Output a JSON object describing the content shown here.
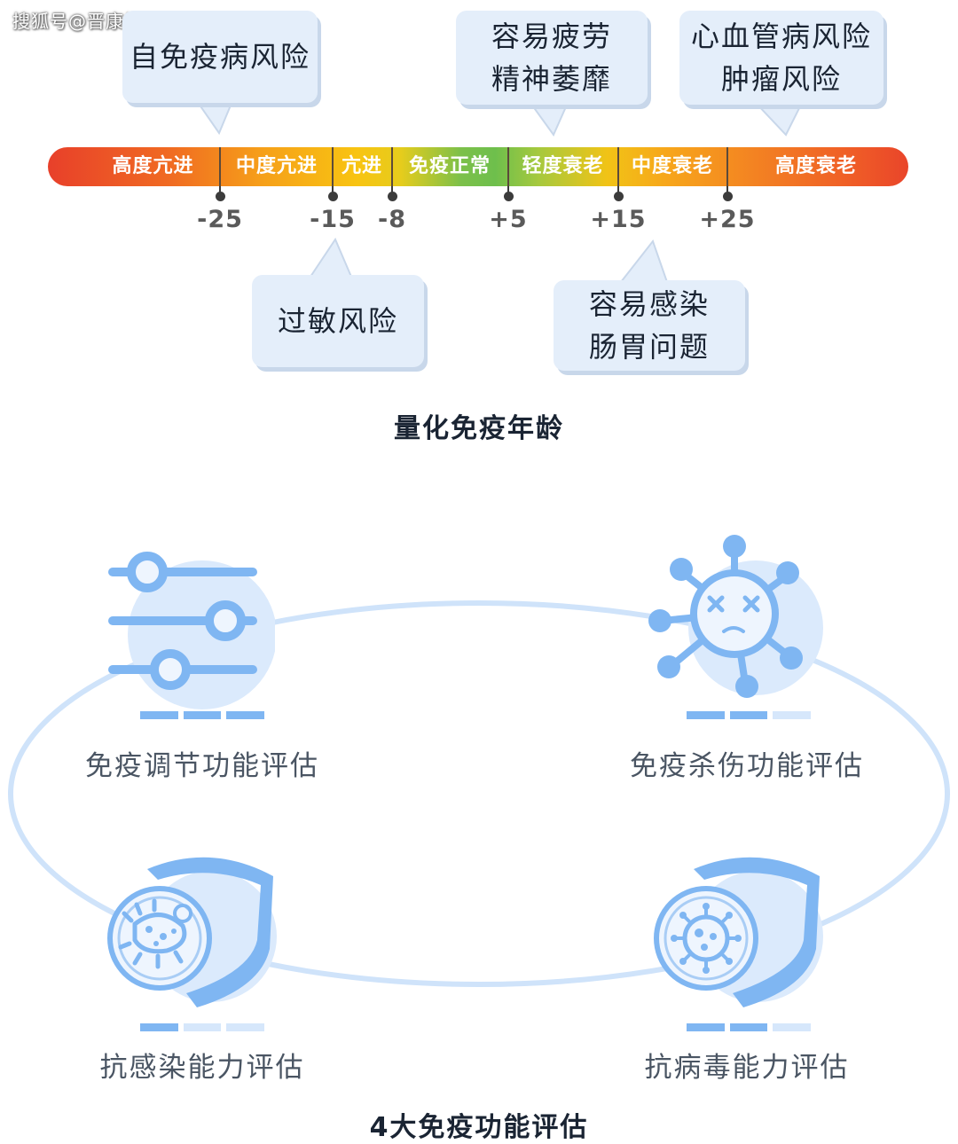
{
  "watermark": "搜狐号@晋康裕",
  "scale": {
    "segments": [
      {
        "label": "高度亢进"
      },
      {
        "label": "中度亢进"
      },
      {
        "label": "亢进"
      },
      {
        "label": "免疫正常"
      },
      {
        "label": "轻度衰老"
      },
      {
        "label": "中度衰老"
      },
      {
        "label": "高度衰老"
      }
    ],
    "ticks": [
      "-25",
      "-15",
      "-8",
      "+5",
      "+15",
      "+25"
    ]
  },
  "bubbles": {
    "autoimmune": "自免疫病风险",
    "fatigue": "容易疲劳\n精神萎靡",
    "cardio": "心血管病风险\n肿瘤风险",
    "allergy": "过敏风险",
    "infection": "容易感染\n肠胃问题"
  },
  "caption_top": "量化免疫年龄",
  "functions": [
    {
      "label": "免疫调节功能评估",
      "icon": "sliders-icon",
      "level": 3,
      "max": 3
    },
    {
      "label": "免疫杀伤功能评估",
      "icon": "virus-icon",
      "level": 2,
      "max": 3
    },
    {
      "label": "抗感染能力评估",
      "icon": "shield-bacteria-icon",
      "level": 1,
      "max": 3
    },
    {
      "label": "抗病毒能力评估",
      "icon": "shield-virus-icon",
      "level": 2,
      "max": 3
    }
  ],
  "caption_bottom": "4大免疫功能评估",
  "colors": {
    "bubble_bg": "#e4eefa",
    "icon_blue": "#7fb6f2",
    "icon_light": "#d6e7fb",
    "ring": "#cfe3fa"
  }
}
